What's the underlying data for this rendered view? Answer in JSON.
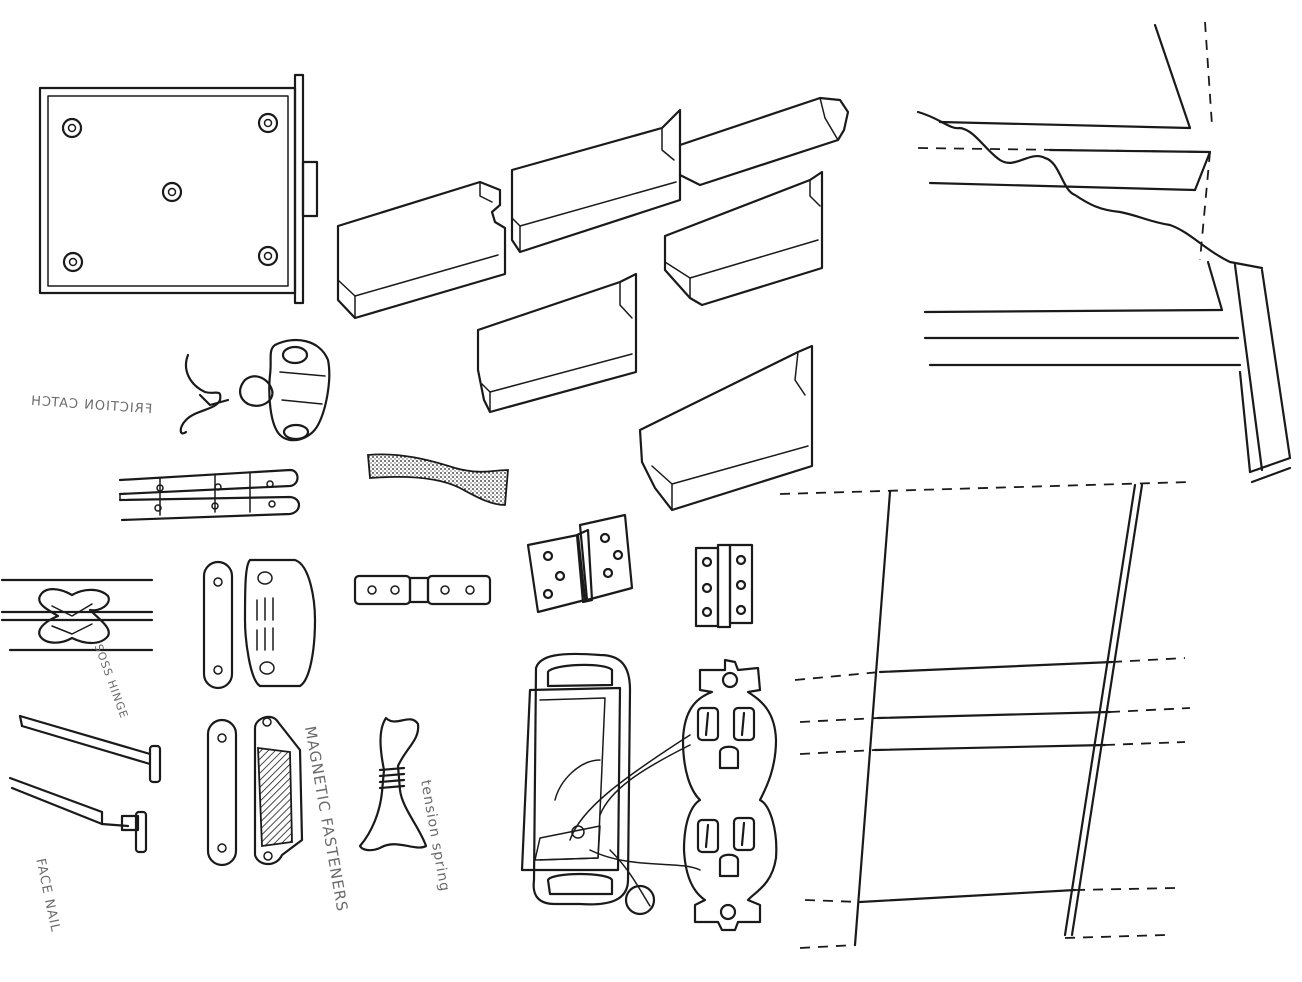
{
  "labels": {
    "friction_catch": "FRICTION CATCH",
    "soss_hinge": "SOSS HINGE",
    "magnetic_fasteners": "MAGNETIC FASTENERS",
    "tension_spring": "tension spring",
    "face_nail": "FACE NAIL"
  },
  "colors": {
    "ink": "#1a1a1a",
    "label": "#6b6b6b",
    "paper": "#ffffff"
  }
}
